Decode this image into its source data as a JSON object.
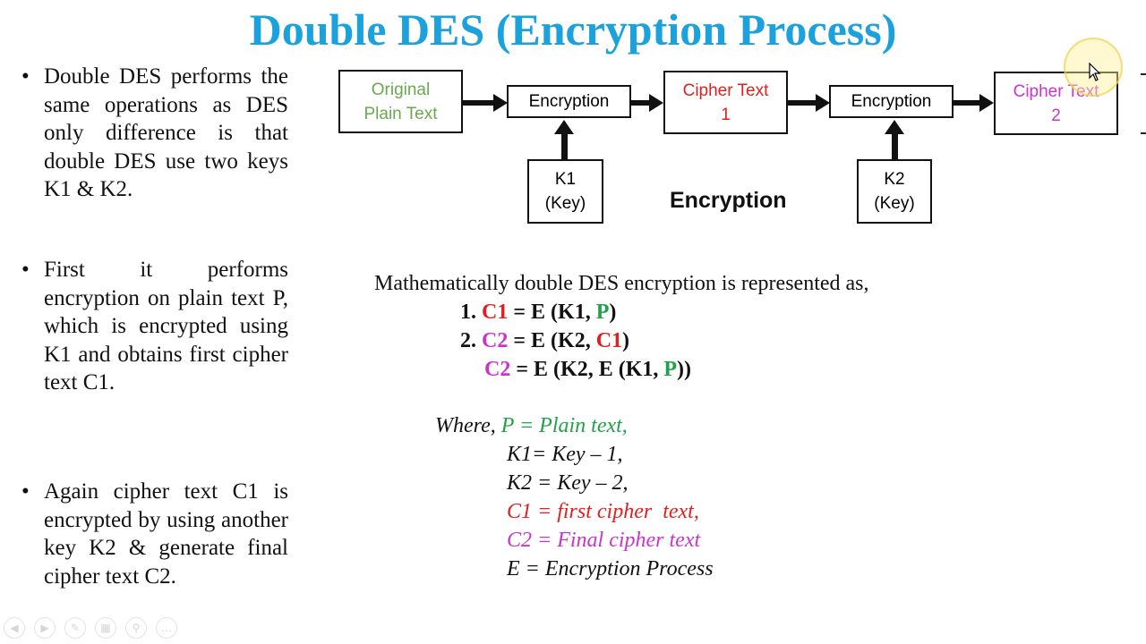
{
  "title": "Double DES (Encryption Process)",
  "bullets": [
    {
      "lines": [
        "Double DES performs",
        "the same operations as",
        "DES only difference is",
        "that double DES use",
        "two keys K1 & K2."
      ]
    },
    {
      "lines": [
        "First it performs",
        "encryption on plain",
        "text P, which is",
        "encrypted using K1",
        "and obtains first cipher",
        "text C1."
      ]
    },
    {
      "lines": [
        "Again cipher text C1 is",
        "encrypted by using",
        "another key K2 &",
        "generate final cipher",
        "text C2."
      ]
    }
  ],
  "diagram": {
    "plain_text": [
      "Original",
      "Plain Text"
    ],
    "encryption1": "Encryption",
    "cipher1": [
      "Cipher Text",
      "1"
    ],
    "encryption2": "Encryption",
    "cipher2": [
      "Cipher Text",
      "2"
    ],
    "key1": [
      "K1",
      "(Key)"
    ],
    "key2": [
      "K2",
      "(Key)"
    ],
    "label": "Encryption"
  },
  "math": {
    "intro": "Mathematically double DES encryption is represented as,",
    "eq1": {
      "num": "1. ",
      "lhs": "C1",
      "mid": " = E (K1, ",
      "arg": "P",
      "end": ")"
    },
    "eq2": {
      "num": "2. ",
      "lhs": "C2",
      "mid": " = E (K2, ",
      "arg": "C1",
      "end": ")"
    },
    "eq3": {
      "lhs": "C2",
      "mid": " = E (K2, E (K1, ",
      "arg": "P",
      "end": "))"
    }
  },
  "where": {
    "prefix": "Where, ",
    "p_def": "P = Plain text,",
    "k1_def": "K1= Key – 1,",
    "k2_def": "K2 = Key – 2,",
    "c1_def": "C1 = first cipher  text,",
    "c2_def": "C2 = Final cipher text",
    "e_def": "E = Encryption Process"
  },
  "colors": {
    "title": "#1ba1dc",
    "plain": "#6aa84f",
    "cipher1": "#e02020",
    "cipher2": "#cc33cc",
    "green": "#22a04a"
  },
  "toolbar_icons": [
    "prev-icon",
    "next-icon",
    "pen-icon",
    "slides-icon",
    "zoom-icon",
    "more-icon"
  ]
}
